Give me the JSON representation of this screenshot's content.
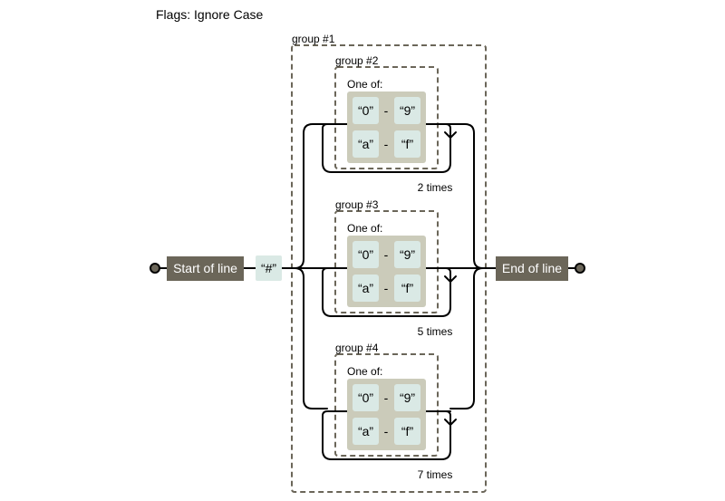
{
  "flags_label": "Flags: Ignore Case",
  "start_anchor": "Start of line",
  "end_anchor": "End of line",
  "literal_hash": "“#”",
  "outer_group": "group #1",
  "colors": {
    "anchor_fill": "#6b6659",
    "literal_fill": "#dae9e5",
    "charset_fill": "#cbcbba",
    "group_border": "#6b6659",
    "line": "#000000"
  },
  "groups": [
    {
      "label": "group #2",
      "one_of": "One of:",
      "ranges": [
        {
          "from": "“0”",
          "dash": "-",
          "to": "“9”"
        },
        {
          "from": "“a”",
          "dash": "-",
          "to": "“f”"
        }
      ],
      "repeat": "2 times"
    },
    {
      "label": "group #3",
      "one_of": "One of:",
      "ranges": [
        {
          "from": "“0”",
          "dash": "-",
          "to": "“9”"
        },
        {
          "from": "“a”",
          "dash": "-",
          "to": "“f”"
        }
      ],
      "repeat": "5 times"
    },
    {
      "label": "group #4",
      "one_of": "One of:",
      "ranges": [
        {
          "from": "“0”",
          "dash": "-",
          "to": "“9”"
        },
        {
          "from": "“a”",
          "dash": "-",
          "to": "“f”"
        }
      ],
      "repeat": "7 times"
    }
  ]
}
